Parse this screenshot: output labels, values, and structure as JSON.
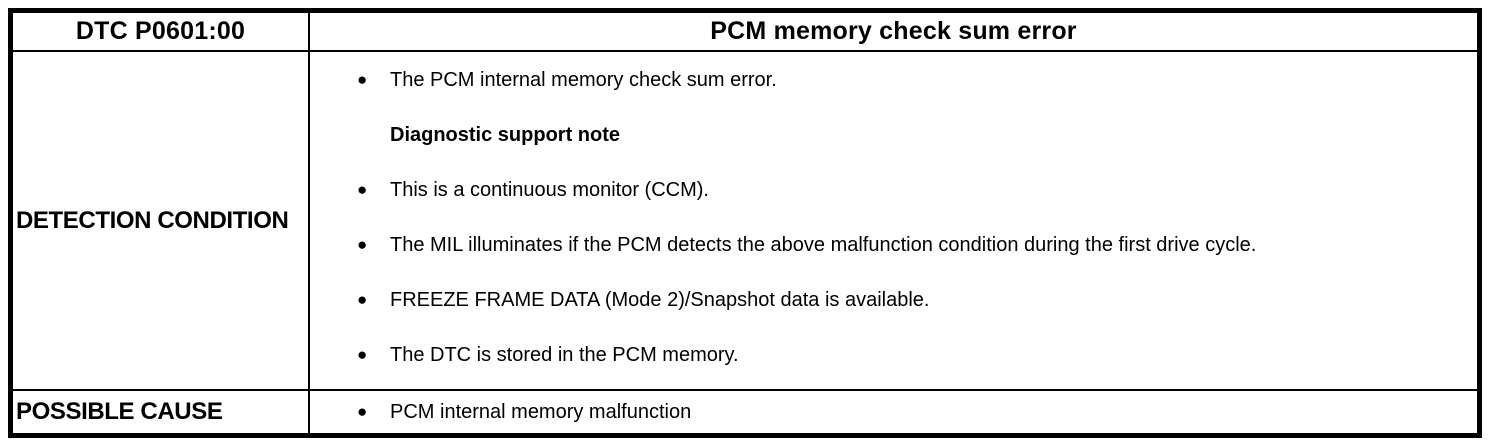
{
  "colors": {
    "border": "#000000",
    "text": "#000000",
    "background": "#ffffff"
  },
  "bullet_glyph": "●",
  "table": {
    "header": {
      "dtc": "DTC P0601:00",
      "title": "PCM memory check sum error"
    },
    "detection": {
      "label": "DETECTION CONDITION",
      "items": [
        {
          "style": "bullet",
          "text": "The PCM internal memory check sum error."
        },
        {
          "style": "subheading",
          "text": "Diagnostic support note"
        },
        {
          "style": "bullet",
          "text": "This is a continuous monitor (CCM)."
        },
        {
          "style": "bullet",
          "text": "The MIL illuminates if the PCM detects the above malfunction condition during the first drive cycle."
        },
        {
          "style": "bullet",
          "text": "FREEZE FRAME DATA (Mode 2)/Snapshot data is available."
        },
        {
          "style": "bullet",
          "text": "The DTC is stored in the PCM memory."
        }
      ]
    },
    "possible_cause": {
      "label": "POSSIBLE CAUSE",
      "items": [
        {
          "style": "bullet",
          "text": "PCM internal memory malfunction"
        }
      ]
    }
  }
}
